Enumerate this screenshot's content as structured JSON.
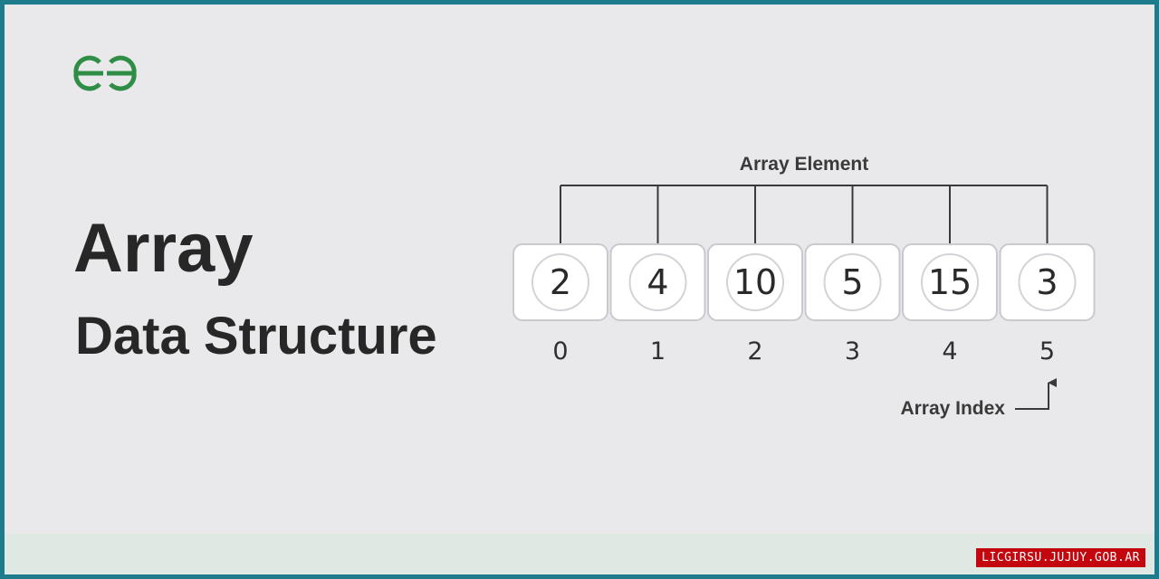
{
  "heading": {
    "title": "Array",
    "subtitle": "Data Structure"
  },
  "diagram": {
    "element_label": "Array Element",
    "index_label": "Array Index",
    "cells": [
      {
        "value": "2",
        "index": "0"
      },
      {
        "value": "4",
        "index": "1"
      },
      {
        "value": "10",
        "index": "2"
      },
      {
        "value": "5",
        "index": "3"
      },
      {
        "value": "15",
        "index": "4"
      },
      {
        "value": "3",
        "index": "5"
      }
    ]
  },
  "colors": {
    "logo_green": "#2f8d46",
    "frame_teal": "#1e7b8c",
    "background": "#e9e9ec",
    "text_dark": "#272727",
    "watermark_red": "#c4070f"
  },
  "logo": {
    "icon": "geeksforgeeks-logo-icon"
  },
  "watermark": {
    "text": "LICGIRSU.JUJUY.GOB.AR"
  }
}
